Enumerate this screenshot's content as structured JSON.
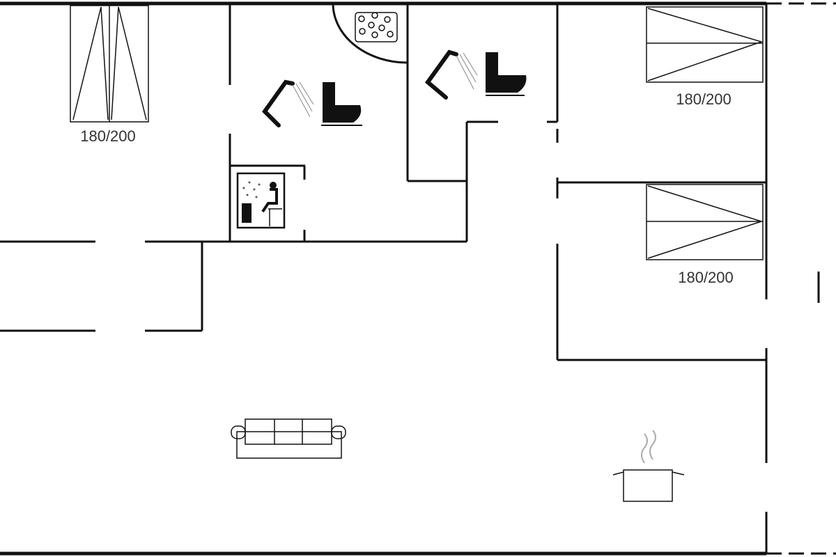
{
  "plan": {
    "bed_labels": [
      "180/200",
      "180/200",
      "180/200"
    ],
    "icons": [
      "bed-icon",
      "shower-icon",
      "toilet-icon",
      "hot-tub-icon",
      "sauna-icon",
      "sofa-icon",
      "cooking-pot-icon"
    ],
    "wall_color": "#111111"
  }
}
